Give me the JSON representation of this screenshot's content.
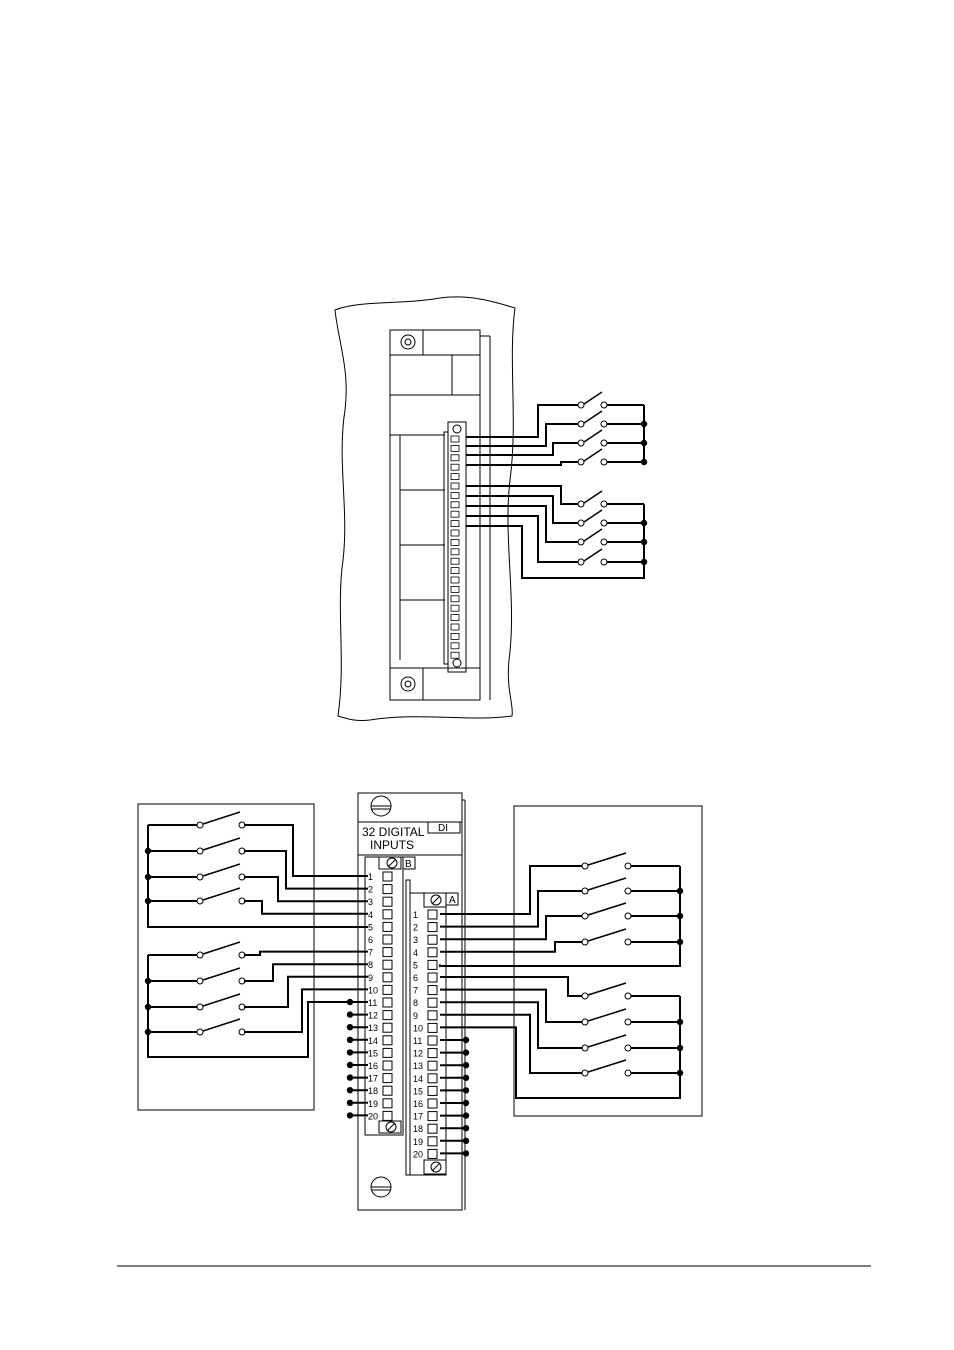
{
  "module": {
    "title_line1": "32 DIGITAL",
    "title_line2": "INPUTS",
    "badge": "DI",
    "connector_b_label": "B",
    "connector_a_label": "A"
  },
  "terminals": {
    "b": [
      "1",
      "2",
      "3",
      "4",
      "5",
      "6",
      "7",
      "8",
      "9",
      "10",
      "11",
      "12",
      "13",
      "14",
      "15",
      "16",
      "17",
      "18",
      "19",
      "20"
    ],
    "a": [
      "1",
      "2",
      "3",
      "4",
      "5",
      "6",
      "7",
      "8",
      "9",
      "10",
      "11",
      "12",
      "13",
      "14",
      "15",
      "16",
      "17",
      "18",
      "19",
      "20"
    ]
  },
  "colors": {
    "line": "#000000",
    "background": "#ffffff"
  }
}
